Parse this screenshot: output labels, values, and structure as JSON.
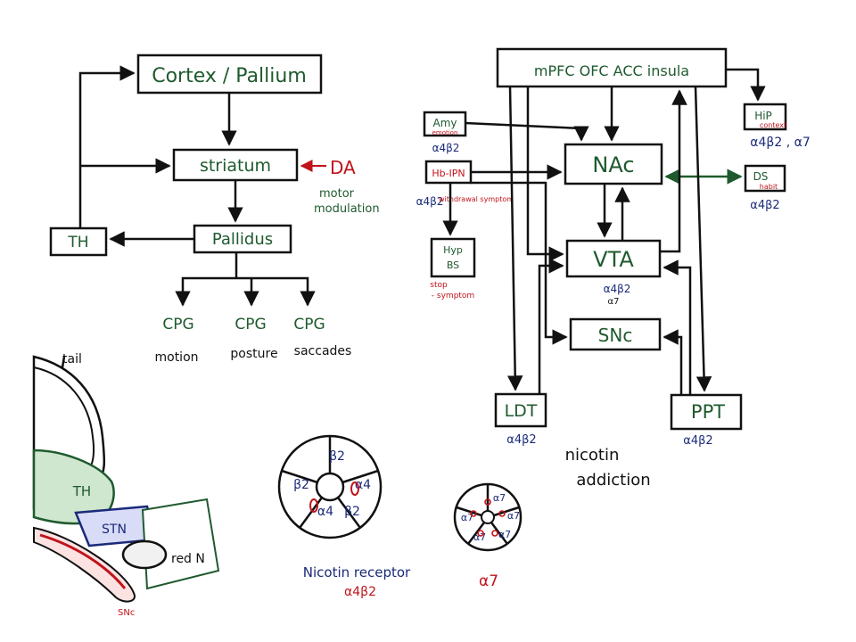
{
  "basal_ganglia": {
    "cortex": "Cortex / Pallium",
    "striatum": "striatum",
    "da": "DA",
    "motor": "motor",
    "modulation": "modulation",
    "th": "TH",
    "pallidus": "Pallidus",
    "cpg": [
      "CPG",
      "CPG",
      "CPG"
    ],
    "outputs": [
      "motion",
      "posture",
      "saccades"
    ]
  },
  "anatomy": {
    "tail": "tail",
    "th": "TH",
    "stn": "STN",
    "red_n": "red N",
    "snc": "SNc"
  },
  "nicotine_circuit": {
    "top_regions": "mPFC  OFC  ACC  insula",
    "amy": "Amy",
    "amy_sub": "emotion",
    "amy_receptor": "α4β2",
    "hb_ipn": "Hb-IPN",
    "hb_receptor": "α4β2",
    "hb_sub": "withdrawal symptom",
    "hyp": "Hyp",
    "bs": "BS",
    "hyp_sub1": "stop",
    "hyp_sub2": "- symptom",
    "hip": "HiP",
    "hip_sub": "context",
    "hip_receptor": "α4β2 , α7",
    "ds": "DS",
    "ds_sub": "habit",
    "ds_receptor": "α4β2",
    "nac": "NAc",
    "vta": "VTA",
    "vta_receptor1": "α4β2",
    "vta_receptor2": "α7",
    "snc": "SNc",
    "ldt": "LDT",
    "ldt_receptor": "α4β2",
    "ppt": "PPT",
    "ppt_receptor": "α4β2",
    "title1": "nicotin",
    "title2": "addiction"
  },
  "receptors": {
    "hetero_subunits": [
      "β2",
      "α4",
      "β2",
      "α4",
      "β2"
    ],
    "hetero_caption1": "Nicotin receptor",
    "hetero_caption2": "α4β2",
    "homo_subunits": [
      "α7",
      "α7",
      "α7",
      "α7",
      "α7"
    ],
    "homo_caption": "α7"
  }
}
